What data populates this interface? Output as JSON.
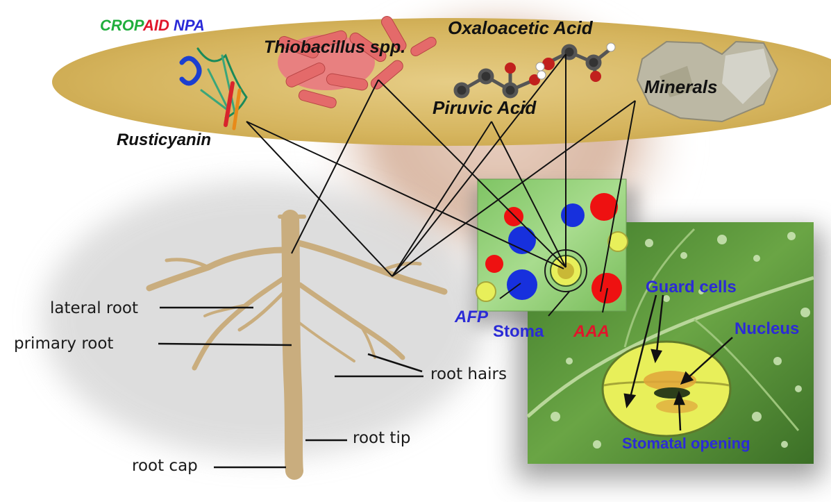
{
  "title": {
    "part1": "CROP",
    "part2": "AID",
    "part3": "NPA",
    "colors": {
      "part1": "#1fae3c",
      "part2": "#e0162b",
      "part3": "#2a2ad8"
    }
  },
  "top_labels": {
    "thiobacillus": "Thiobacillus spp.",
    "oxaloacetic": "Oxaloacetic Acid",
    "minerals": "Minerals",
    "piruvic": "Piruvic Acid",
    "rusticyanin": "Rusticyanin"
  },
  "root_labels": {
    "lateral": "lateral root",
    "primary": "primary root",
    "hairs": "root hairs",
    "tip": "root tip",
    "cap": "root cap"
  },
  "square_labels": {
    "afp": "AFP",
    "stoma": "Stoma",
    "aaa": "AAA"
  },
  "leaf_labels": {
    "guard": "Guard cells",
    "nucleus": "Nucleus",
    "opening": "Stomatal opening"
  },
  "colors": {
    "ellipse": "#d8b760",
    "root": "#c9ad7e",
    "leaf": "#5e9a3c",
    "square": "#8fcf72",
    "red_dot": "#ee1111",
    "blue_dot": "#1730dd",
    "yellow_cell": "#e8ef5a"
  }
}
